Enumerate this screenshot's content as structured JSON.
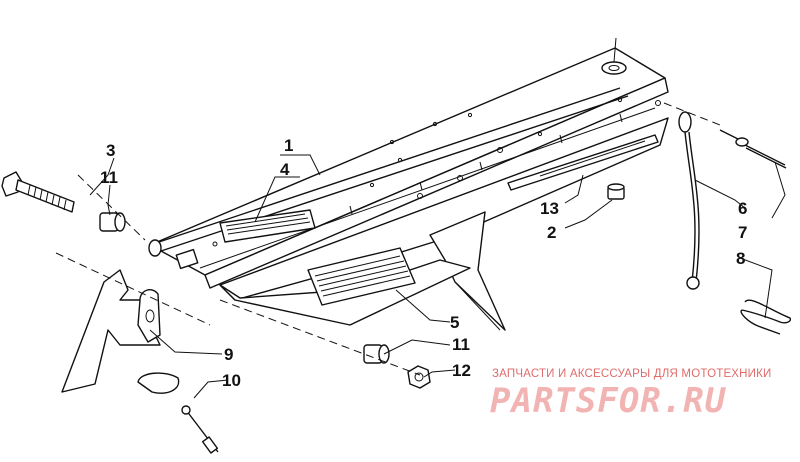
{
  "diagram": {
    "callouts": {
      "c1": "1",
      "c2": "2",
      "c3": "3",
      "c4": "4",
      "c5": "5",
      "c6": "6",
      "c7": "7",
      "c8": "8",
      "c9": "9",
      "c10": "10",
      "c11a": "11",
      "c11b": "11",
      "c12": "12",
      "c13": "13"
    }
  },
  "watermark": {
    "tagline": "ЗАПЧАСТИ И АКСЕССУАРЫ ДЛЯ МОТОТЕХНИКИ",
    "logo": "PARTSFOR.RU",
    "color": "#e06b6b"
  }
}
